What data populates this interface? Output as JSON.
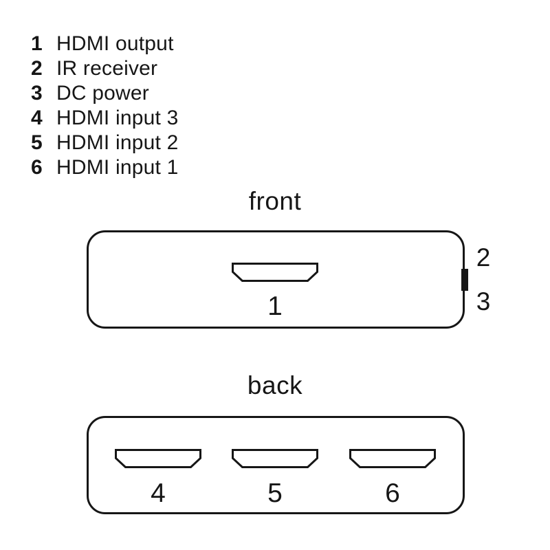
{
  "colors": {
    "ink": "#161616",
    "background": "#ffffff"
  },
  "legend": {
    "items": [
      {
        "number": "1",
        "label": "HDMI output"
      },
      {
        "number": "2",
        "label": "IR receiver"
      },
      {
        "number": "3",
        "label": "DC power"
      },
      {
        "number": "4",
        "label": "HDMI input 3"
      },
      {
        "number": "5",
        "label": "HDMI input 2"
      },
      {
        "number": "6",
        "label": "HDMI input 1"
      }
    ]
  },
  "front_view": {
    "title": "front",
    "hdmi_output_label": "1",
    "ir_receiver_label": "2",
    "dc_power_label": "3"
  },
  "back_view": {
    "title": "back",
    "port_labels": [
      "4",
      "5",
      "6"
    ]
  }
}
